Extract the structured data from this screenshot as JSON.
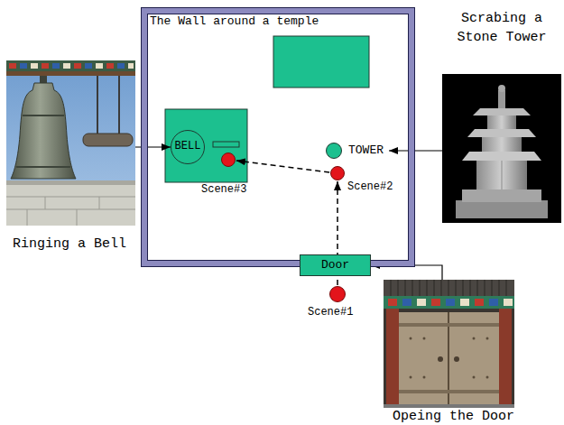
{
  "diagram": {
    "nodes": [
      {
        "text": [
          "The Wall around a temple"
        ]
      },
      {
        "text": [
          "BELL"
        ],
        "in": 0
      },
      {
        "text": [
          "Scene#3"
        ],
        "in": 0
      },
      {
        "text": [
          "TOWER"
        ],
        "in": 0
      },
      {
        "text": [
          "Scene#2"
        ],
        "in": 0
      },
      {
        "text": [
          "Door"
        ]
      },
      {
        "text": [
          "Scene#1"
        ]
      },
      {
        "text": [
          "Ringing a Bell"
        ]
      },
      {
        "text": [
          "Scrabing a Stone Tower"
        ]
      },
      {
        "text": [
          "Opeing the Door"
        ]
      }
    ],
    "edges": [
      {
        "from": 7,
        "to": 1,
        "arrow": "to"
      },
      {
        "from": 8,
        "to": 3,
        "arrow": "to"
      },
      {
        "from": 9,
        "to": 5,
        "arrow": "to"
      },
      {
        "from": 6,
        "to": 4,
        "arrow": "to"
      },
      {
        "from": 4,
        "to": 2,
        "arrow": "to"
      }
    ]
  }
}
